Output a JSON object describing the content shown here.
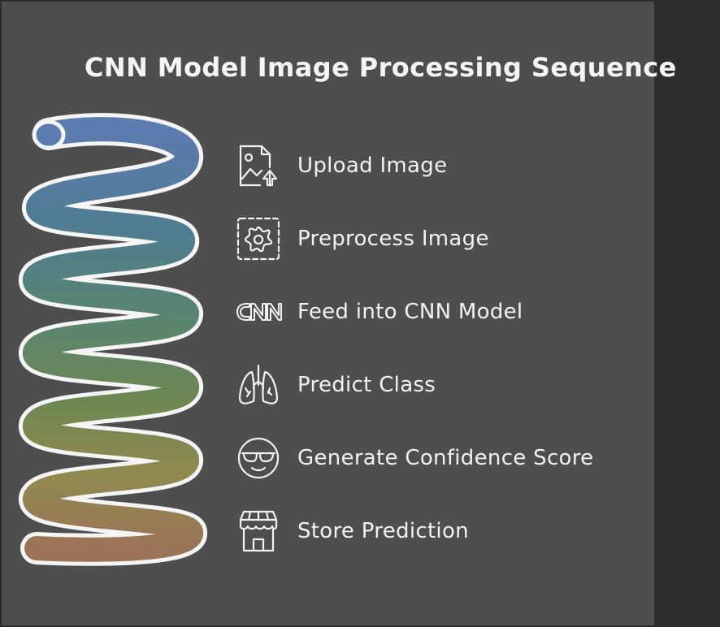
{
  "title": "CNN Model Image Processing Sequence",
  "colors": {
    "background": "#2d2d2d",
    "panel": "#4e4e4e",
    "text": "#f2f2f2",
    "outline": "#f5f5f5",
    "spiral_gradient": [
      "#5c7bb0",
      "#4f7d8f",
      "#5a8570",
      "#6e8752",
      "#918a4f",
      "#9b7357"
    ]
  },
  "steps": [
    {
      "label": "Upload Image",
      "icon": "upload-image-icon"
    },
    {
      "label": "Preprocess Image",
      "icon": "preprocess-gear-icon"
    },
    {
      "label": "Feed into CNN Model",
      "icon": "cnn-logo-icon"
    },
    {
      "label": "Predict Class",
      "icon": "lungs-icon"
    },
    {
      "label": "Generate Confidence Score",
      "icon": "sunglasses-face-icon"
    },
    {
      "label": "Store Prediction",
      "icon": "storefront-icon"
    }
  ]
}
